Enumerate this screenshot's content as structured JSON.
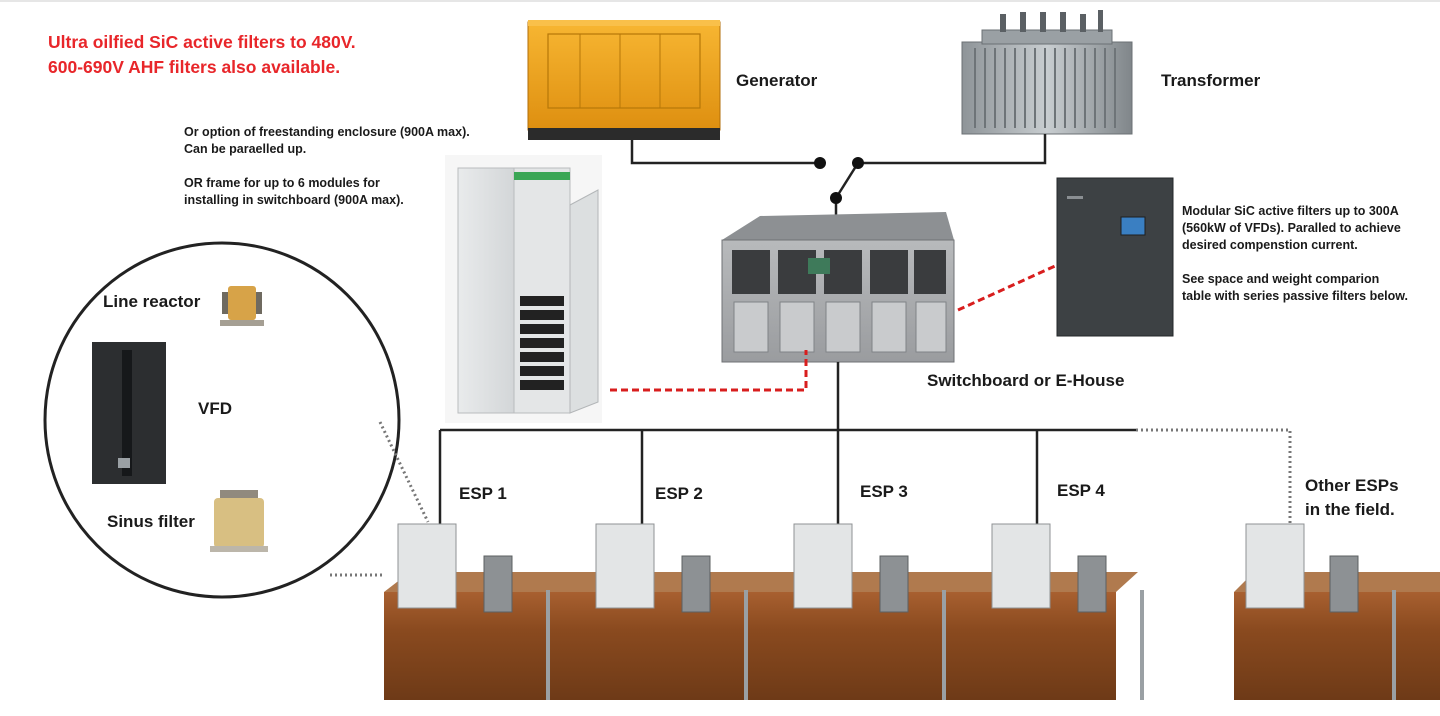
{
  "headline": {
    "line1": "Ultra oilfied SiC active filters to 480V.",
    "line2": "600-690V AHF filters also available."
  },
  "sources": {
    "generator": "Generator",
    "transformer": "Transformer"
  },
  "switchboard_label": "Switchboard or E-House",
  "freestanding_note": {
    "line1": "Or option of freestanding enclosure (900A max).",
    "line2": "Can be paraelled up.",
    "line3": "OR frame for up to 6 modules for",
    "line4": "installing in switchboard (900A max)."
  },
  "modular_note": {
    "line1": "Modular SiC active filters up to 300A",
    "line2": "(560kW of VFDs).  Paralled to achieve",
    "line3": " desired compenstion current.",
    "line4": "See space and weight  comparion",
    "line5": "table with series passive filters below."
  },
  "detail_circle": {
    "line_reactor": "Line reactor",
    "vfd": "VFD",
    "sinus_filter": "Sinus filter"
  },
  "wells": [
    {
      "label": "ESP 1"
    },
    {
      "label": "ESP 2"
    },
    {
      "label": "ESP 3"
    },
    {
      "label": "ESP 4"
    }
  ],
  "other_wells": {
    "line1": "Other ESPs",
    "line2": "in the field."
  },
  "colors": {
    "headline_red": "#e8262a",
    "generator_orange": "#f0a21a",
    "cabinet_gray": "#a9acb0",
    "dashed_red": "#d81e1e",
    "soil_brown": "#8a4a1f"
  }
}
